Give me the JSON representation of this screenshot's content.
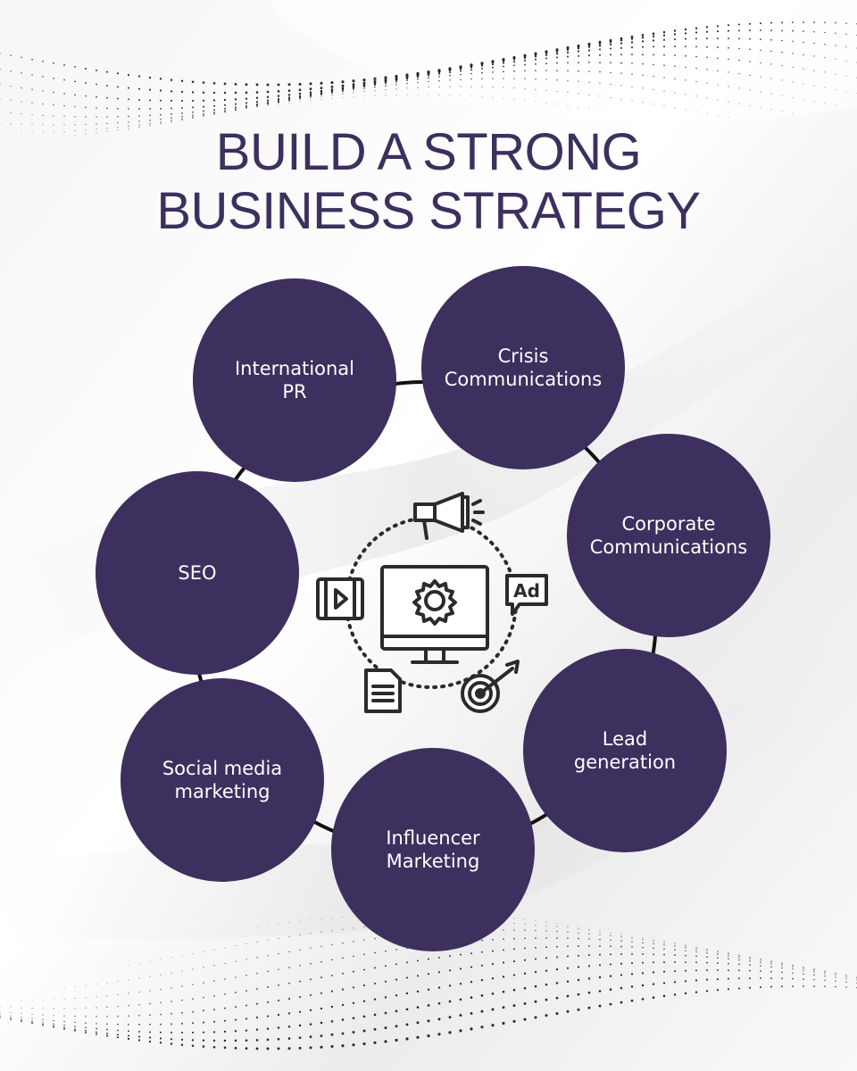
{
  "title": {
    "line1": "BUILD A STRONG",
    "line2": "BUSINESS STRATEGY"
  },
  "colors": {
    "node": "#3d2f5e",
    "text": "#ffffff",
    "title": "#3d2f5e",
    "connector": "#111111"
  },
  "nodes": [
    {
      "label": "International\nPR"
    },
    {
      "label": "Crisis\nCommunications"
    },
    {
      "label": "Corporate\nCommunications"
    },
    {
      "label": "Lead\ngeneration"
    },
    {
      "label": "Influencer\nMarketing"
    },
    {
      "label": "Social media\nmarketing"
    },
    {
      "label": "SEO"
    }
  ],
  "hub": {
    "icons": [
      "megaphone-icon",
      "ad-icon",
      "target-icon",
      "document-icon",
      "video-player-icon",
      "monitor-gear-icon"
    ],
    "ad_text": "Ad"
  }
}
